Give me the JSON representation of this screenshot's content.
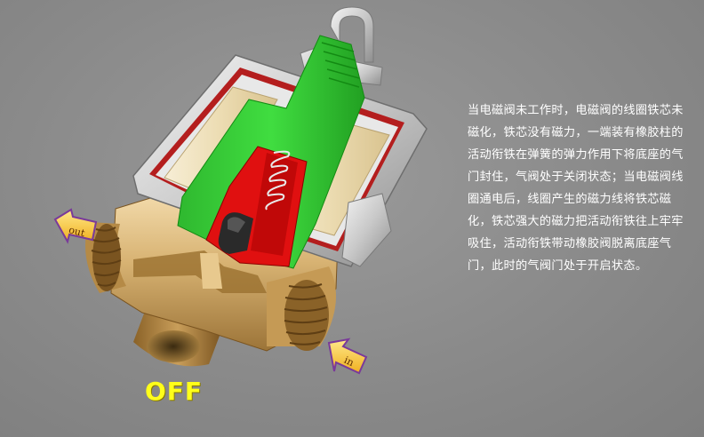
{
  "state": "OFF",
  "description": "当电磁阀未工作时，电磁阀的线圈铁芯未磁化，铁芯没有磁力，一端装有橡胶柱的活动衔铁在弹簧的弹力作用下将底座的气门封住，气阀处于关闭状态；当电磁阀线圈通电后，线圈产生的磁力线将铁芯磁化，铁芯强大的磁力把活动衔铁往上牢牢吸住，活动衔铁带动橡胶阀脱离底座气门，此时的气阀门处于开启状态。",
  "ports": {
    "outlet": "out",
    "inlet": "in"
  },
  "colors": {
    "background": "#8c8c8c",
    "core": "#33cc33",
    "armature": "#e01010",
    "coil": "#efe2bd",
    "body": "#d9b57a",
    "label": "#ffff1a"
  }
}
